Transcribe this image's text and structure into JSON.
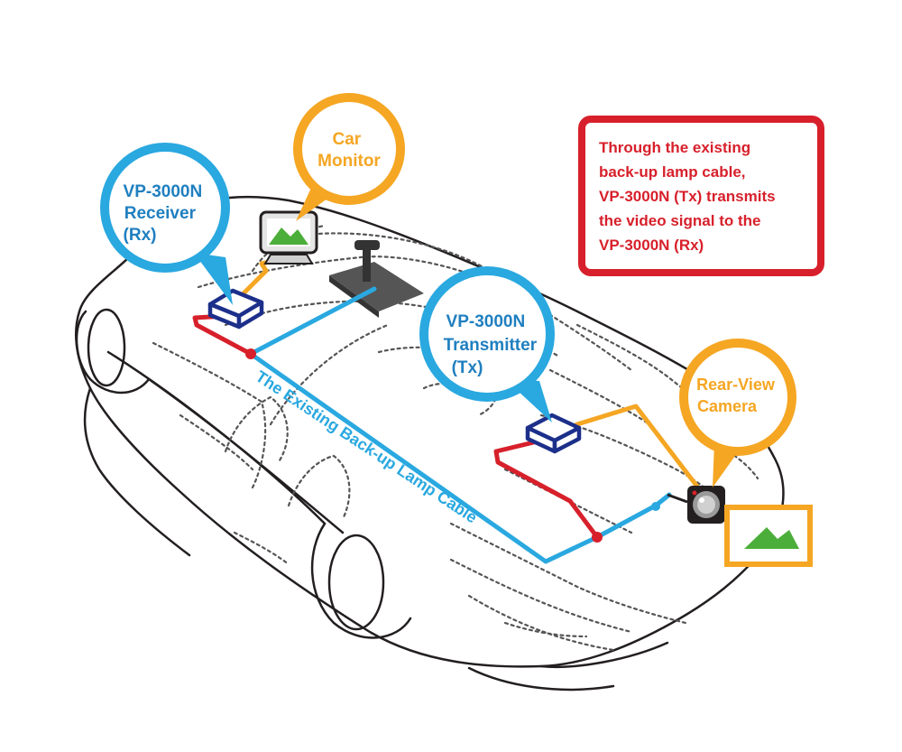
{
  "colors": {
    "blue": "#2aa8e0",
    "orange": "#f5a623",
    "red": "#d7202b",
    "navy": "#1c2f8a",
    "green": "#4cae3a",
    "outline": "#231f20"
  },
  "callouts": {
    "monitor": {
      "lines": [
        "Car",
        "Monitor"
      ]
    },
    "receiver": {
      "lines": [
        "VP-3000N",
        "Receiver",
        "(Rx)"
      ]
    },
    "transmitter": {
      "lines": [
        "VP-3000N",
        "Transmitter",
        "(Tx)"
      ]
    },
    "camera": {
      "lines": [
        "Rear-View",
        "Camera"
      ]
    }
  },
  "cable_label": "The Existing Back-up Lamp Cable",
  "note": {
    "lines": [
      "Through the existing",
      "back-up lamp cable,",
      "VP-3000N (Tx) transmits",
      "the video signal to the",
      "VP-3000N (Rx)"
    ]
  },
  "icons": {
    "monitor": "car-monitor-icon",
    "receiver": "receiver-box-icon",
    "transmitter": "transmitter-box-icon",
    "camera": "rear-camera-icon",
    "gear_shifter": "gear-shifter-icon",
    "preview": "camera-preview-icon"
  }
}
